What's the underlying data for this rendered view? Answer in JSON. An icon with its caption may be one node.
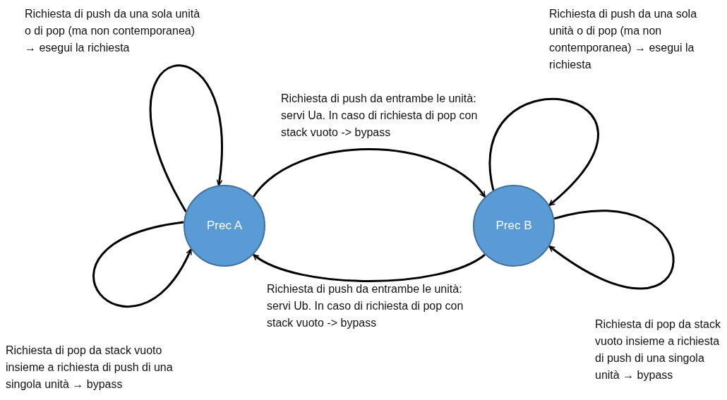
{
  "diagram": {
    "nodes": [
      {
        "text": [
          "Prec A"
        ]
      },
      {
        "text": [
          "Prec B"
        ]
      }
    ],
    "edges": [
      {
        "from": 0,
        "to": 0,
        "arrow": "to",
        "label": "Richiesta di push da una sola unità o di pop (ma non contemporanea) → esegui la richiesta"
      },
      {
        "from": 0,
        "to": 1,
        "arrow": "to",
        "label": "Richiesta di push da entrambe le unità: servi Ua. In caso di richiesta di pop con stack vuoto -> bypass"
      },
      {
        "from": 1,
        "to": 1,
        "arrow": "to",
        "label": "Richiesta di push da una sola unità o di pop (ma non contemporanea) → esegui la richiesta"
      },
      {
        "from": 1,
        "to": 0,
        "arrow": "to",
        "label": "Richiesta di push da entrambe le unità: servi Ub. In caso di richiesta di pop con stack vuoto -> bypass"
      },
      {
        "from": 0,
        "to": 0,
        "arrow": "to",
        "label": "Richiesta di pop da stack vuoto insieme a richiesta di push di una singola unità → bypass"
      },
      {
        "from": 1,
        "to": 1,
        "arrow": "to",
        "label": "Richiesta di pop da stack vuoto insieme a richiesta di push di una singola unità → bypass"
      }
    ]
  }
}
